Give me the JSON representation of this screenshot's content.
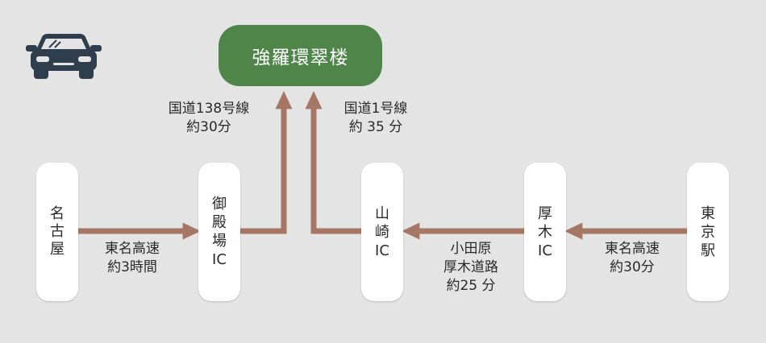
{
  "destination": "強羅環翠楼",
  "stations": {
    "nagoya": "名古屋",
    "gotemba": "御\n殿\n場\nIC",
    "yamazaki": "山\n崎\nIC",
    "atsugi": "厚\n木\nIC",
    "tokyo": "東\n京\n駅"
  },
  "labels": {
    "route138": "国道138号線\n約30分",
    "route1": "国道1号線\n約 35 分",
    "tomei_left": "東名高速\n約3時間",
    "odawara": "小田原\n厚木道路\n約25 分",
    "tomei_right": "東名高速\n約30分"
  },
  "colors": {
    "destination_bg": "#4f8549",
    "arrow": "#a67765",
    "car": "#2f3e4c"
  }
}
